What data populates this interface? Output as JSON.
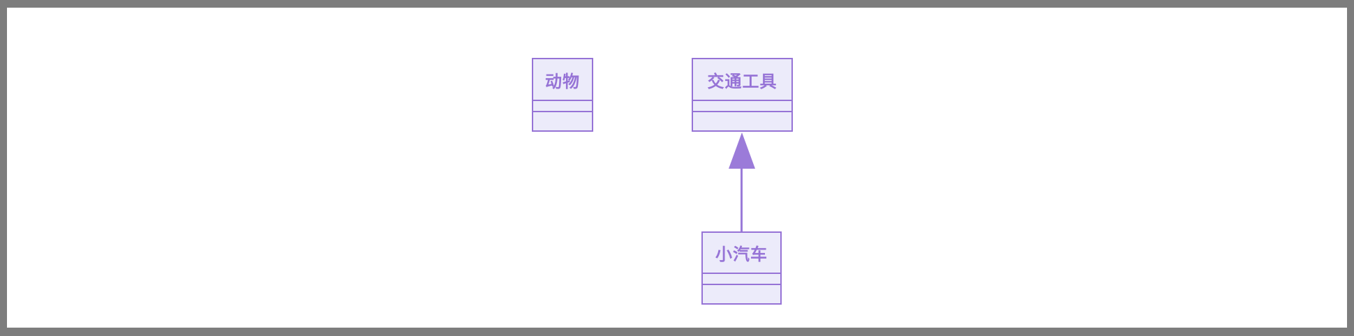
{
  "diagram": {
    "type": "uml-class-diagram",
    "nodes": [
      {
        "id": "animal",
        "label": "动物"
      },
      {
        "id": "vehicle",
        "label": "交通工具"
      },
      {
        "id": "car",
        "label": "小汽车"
      }
    ],
    "edges": [
      {
        "from": "小汽车",
        "to": "交通工具",
        "relation": "inheritance",
        "arrowhead": "filled-triangle",
        "direction": "up"
      }
    ]
  },
  "colors": {
    "frame": "#7D7D7D",
    "canvas": "#FFFFFF",
    "node_fill": "#ECEBFA",
    "node_border": "#9673D6",
    "node_text": "#9673D6",
    "edge": "#9B7BD9"
  }
}
